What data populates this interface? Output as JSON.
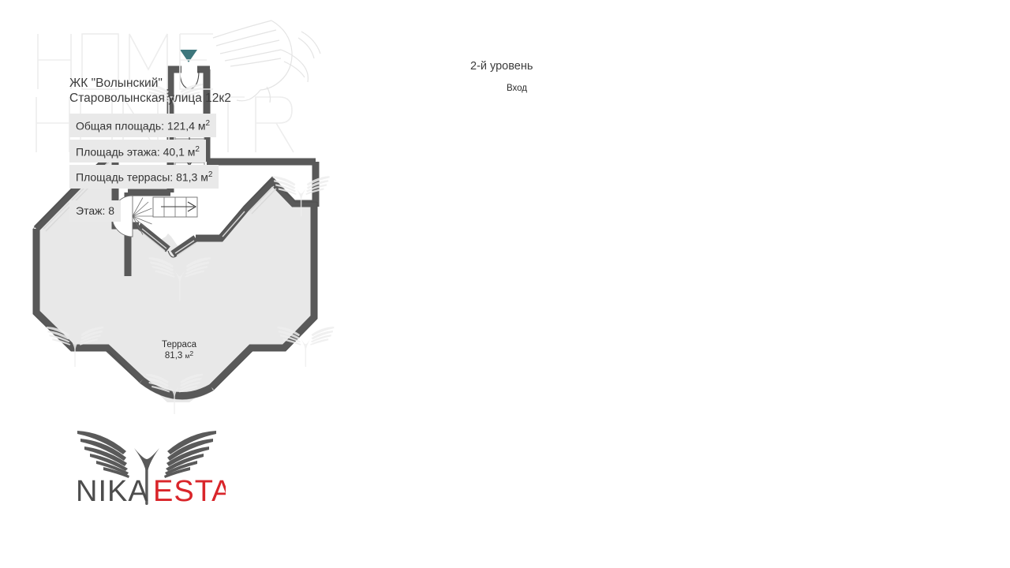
{
  "watermark": {
    "line1": "HOME",
    "line2": "HUNTER",
    "bird_icon": "eagle-icon"
  },
  "info": {
    "complex_name": "ЖК \"Волынский\"",
    "address": "Староволынская улица 12к2",
    "badges": [
      {
        "label": "Общая площадь: 121,4 м",
        "unit": "2"
      },
      {
        "label": "Площадь этажа: 40,1 м",
        "unit": "2"
      },
      {
        "label": "Площадь террасы: 81,3 м",
        "unit": "2"
      }
    ],
    "floor_badge": {
      "label": "Этаж: 8"
    }
  },
  "logo": {
    "name_dark": "NIKA",
    "name_red": "ESTATE",
    "wings_icon": "wings-icon",
    "color_dark": "#4d4d4d",
    "color_red": "#d9252a"
  },
  "plan": {
    "level_label": "2-й уровень",
    "entrance_label": "Вход",
    "entrance_marker_icon": "entrance-triangle-icon",
    "entrance_marker_color": "#3d767c",
    "rooms": [
      {
        "name": "Терраса",
        "area": "81,3",
        "unit": "м",
        "sup": "2"
      }
    ],
    "stairs": [
      {
        "icon": "straight-stairs-down-icon",
        "direction": "down"
      },
      {
        "icon": "spiral-stairs-icon",
        "direction": "right"
      }
    ],
    "colors": {
      "wall": "#595959",
      "wall_edge": "#4a4a4a",
      "floor_fill": "#e8e8e8",
      "interior_fill": "#ffffff"
    }
  }
}
